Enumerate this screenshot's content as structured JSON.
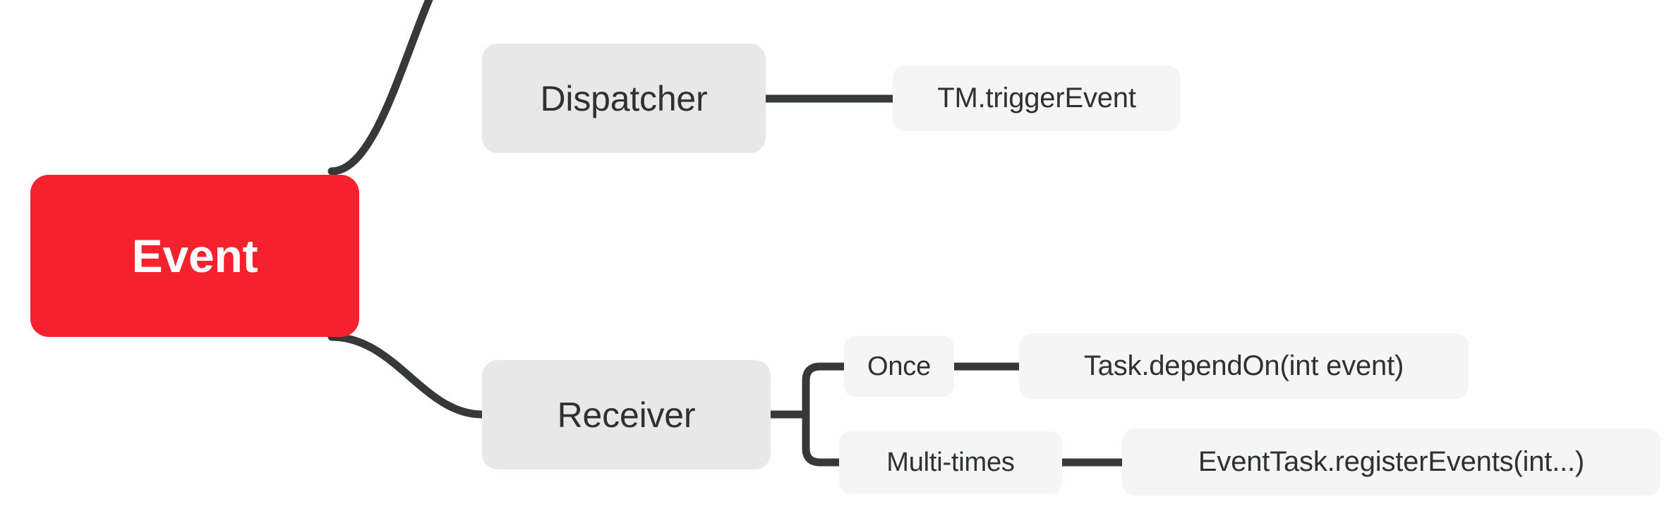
{
  "diagram": {
    "type": "mindmap",
    "title": "Event",
    "colors": {
      "root_fill": "#F5222D",
      "root_text": "#FFFFFF",
      "branch_fill": "#E8E8E8",
      "leaf_fill": "#F5F5F5",
      "node_text": "#2F3030",
      "edge_stroke": "#373838",
      "background": "#FFFFFF"
    },
    "root": {
      "label": "Event"
    },
    "branches": [
      {
        "label": "Dispatcher",
        "children": [
          {
            "label": "TM.triggerEvent",
            "children": []
          }
        ]
      },
      {
        "label": "Receiver",
        "children": [
          {
            "label": "Once",
            "children": [
              {
                "label": "Task.dependOn(int event)"
              }
            ]
          },
          {
            "label": "Multi-times",
            "children": [
              {
                "label": "EventTask.registerEvents(int...)"
              }
            ]
          }
        ]
      }
    ]
  }
}
